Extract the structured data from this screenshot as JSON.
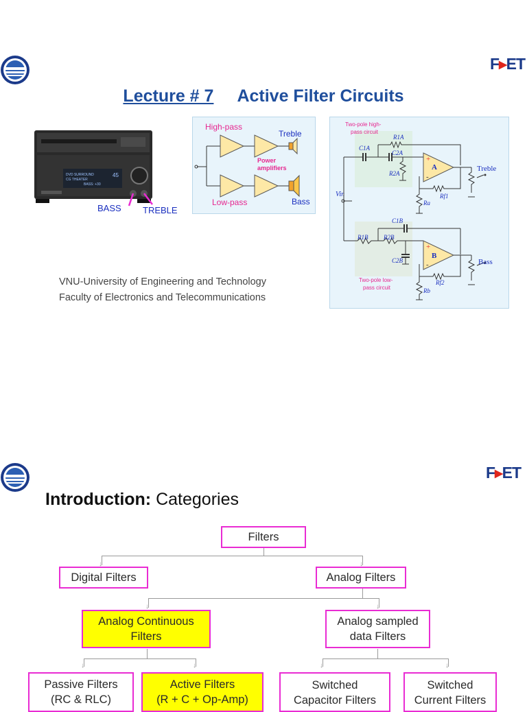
{
  "slide1": {
    "lecture_number": "Lecture # 7",
    "title": "Active Filter Circuits",
    "bass_label": "BASS",
    "treble_label": "TREBLE",
    "affiliation_line1": "VNU-University of Engineering and Technology",
    "affiliation_line2": "Faculty of Electronics and Telecommunications",
    "block_diagram": {
      "high_pass": "High-pass",
      "low_pass": "Low-pass",
      "treble": "Treble",
      "bass": "Bass",
      "power_amplifiers_1": "Power",
      "power_amplifiers_2": "amplifiers"
    },
    "circuit": {
      "hp_caption_1": "Two-pole high-",
      "hp_caption_2": "pass circuit",
      "lp_caption_1": "Two-pole low-",
      "lp_caption_2": "pass circuit",
      "vin": "Vin",
      "opamp_a": "A",
      "opamp_b": "B",
      "treble": "Treble",
      "bass": "Bass",
      "r1a": "R1A",
      "c1a": "C1A",
      "c2a": "C2A",
      "r2a": "R2A",
      "rf1": "Rf1",
      "ra": "Ra",
      "c1b": "C1B",
      "r1b": "R1B",
      "r2b": "R2B",
      "c2b": "C2B",
      "rf2": "Rf2",
      "rb": "Rb"
    },
    "stereo_display": {
      "line1": "DVD SURROUND",
      "line2": "CG THEATER",
      "line3": "BASS: +30",
      "level": "45"
    }
  },
  "slide2": {
    "heading_bold": "Introduction:",
    "heading_rest": " Categories",
    "tree": {
      "root": "Filters",
      "digital": "Digital Filters",
      "analog": "Analog Filters",
      "analog_continuous_1": "Analog Continuous",
      "analog_continuous_2": "Filters",
      "analog_sampled_1": "Analog sampled",
      "analog_sampled_2": "data Filters",
      "passive_1": "Passive Filters",
      "passive_2": "(RC & RLC)",
      "active_1": "Active Filters",
      "active_2": "(R + C + Op-Amp)",
      "switched_cap_1": "Switched",
      "switched_cap_2": "Capacitor Filters",
      "switched_cur_1": "Switched",
      "switched_cur_2": "Current Filters"
    }
  },
  "colors": {
    "title_blue": "#1f4e9c",
    "box_border_magenta": "#e92bd3",
    "highlight_yellow": "#ffff00"
  }
}
